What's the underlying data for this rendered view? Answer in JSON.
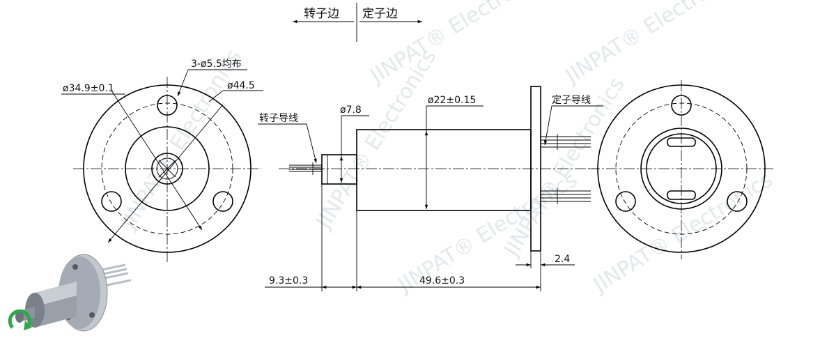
{
  "header": {
    "rotor_side": "转子边",
    "stator_side": "定子边"
  },
  "front_view": {
    "holes": "3-ø5.5均布",
    "bolt_circle": "ø34.9±0.1",
    "outer_diameter": "ø44.5"
  },
  "side_view": {
    "rotor_leads": "转子导线",
    "shaft_diameter": "ø7.8",
    "body_diameter": "ø22±0.15",
    "stator_leads": "定子导线",
    "flange_thickness": "2.4",
    "shaft_length": "9.3±0.3",
    "body_length": "49.6±0.3"
  },
  "watermark": {
    "text": "JINPAT® Electronics"
  }
}
